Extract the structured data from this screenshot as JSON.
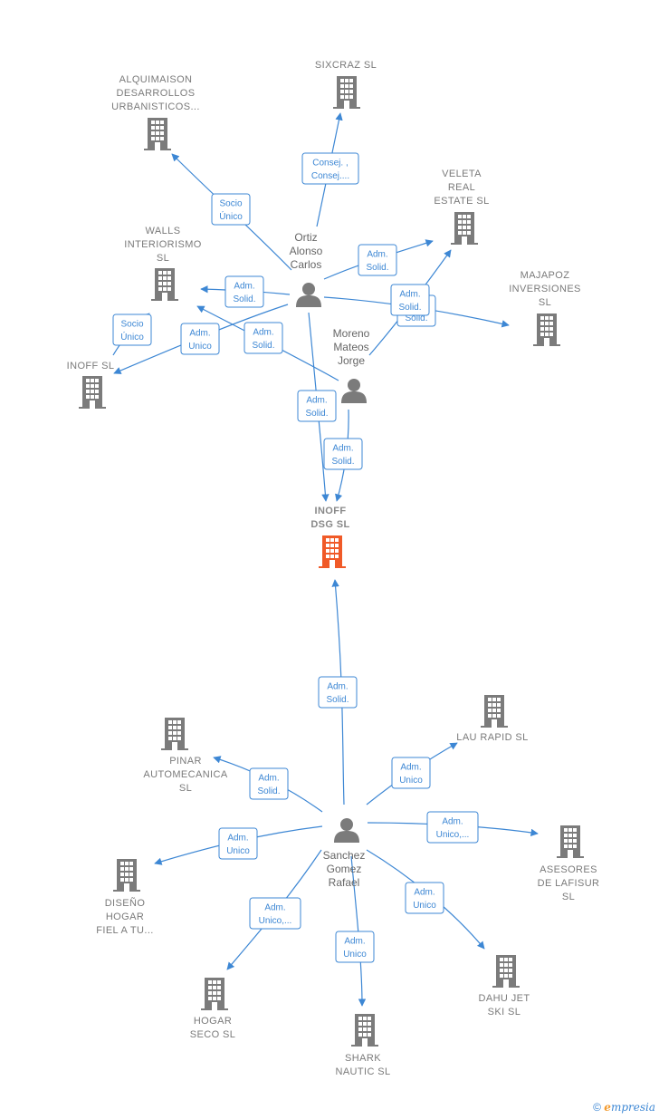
{
  "colors": {
    "edge": "#3d87d4",
    "company": "#7b7b7b",
    "focus_company": "#f05a28",
    "person": "#7b7b7b",
    "label": "#7a7a7a"
  },
  "companies": [
    {
      "id": "sixcraz",
      "lines": [
        "SIXCRAZ  SL"
      ],
      "icon": "building-icon"
    },
    {
      "id": "alquimaison",
      "lines": [
        "ALQUIMAISON",
        "DESARROLLOS",
        "URBANISTICOS..."
      ],
      "icon": "building-icon"
    },
    {
      "id": "veleta",
      "lines": [
        "VELETA",
        "REAL",
        "ESTATE  SL"
      ],
      "icon": "building-icon"
    },
    {
      "id": "walls",
      "lines": [
        "WALLS",
        "INTERIORISMO",
        "SL"
      ],
      "icon": "building-icon"
    },
    {
      "id": "majapoz",
      "lines": [
        "MAJAPOZ",
        "INVERSIONES",
        "SL"
      ],
      "icon": "building-icon"
    },
    {
      "id": "inoff",
      "lines": [
        "INOFF SL"
      ],
      "icon": "building-icon"
    },
    {
      "id": "inoffdsg",
      "lines": [
        "INOFF",
        "DSG  SL"
      ],
      "icon": "building-icon",
      "focus": true
    },
    {
      "id": "pinar",
      "lines": [
        "PINAR",
        "AUTOMECANICA",
        "SL"
      ],
      "icon": "building-icon"
    },
    {
      "id": "laurapid",
      "lines": [
        "LAU RAPID  SL"
      ],
      "icon": "building-icon"
    },
    {
      "id": "asesores",
      "lines": [
        "ASESORES",
        "DE LAFISUR",
        "SL"
      ],
      "icon": "building-icon"
    },
    {
      "id": "diseno",
      "lines": [
        "DISEÑO",
        "HOGAR",
        "FIEL A TU..."
      ],
      "icon": "building-icon"
    },
    {
      "id": "dahu",
      "lines": [
        "DAHU JET",
        "SKI  SL"
      ],
      "icon": "building-icon"
    },
    {
      "id": "hogar",
      "lines": [
        "HOGAR",
        "SECO SL"
      ],
      "icon": "building-icon"
    },
    {
      "id": "shark",
      "lines": [
        "SHARK",
        "NAUTIC  SL"
      ],
      "icon": "building-icon"
    }
  ],
  "people": [
    {
      "id": "ortiz",
      "lines": [
        "Ortiz",
        "Alonso",
        "Carlos"
      ],
      "icon": "person-icon"
    },
    {
      "id": "moreno",
      "lines": [
        "Moreno",
        "Mateos",
        "Jorge"
      ],
      "icon": "person-icon"
    },
    {
      "id": "sanchez",
      "lines": [
        "Sanchez",
        "Gomez",
        "Rafael"
      ],
      "icon": "person-icon"
    }
  ],
  "relations": [
    {
      "id": "ortiz-sixcraz",
      "lines": [
        "Consej. ,",
        "Consej...."
      ]
    },
    {
      "id": "ortiz-alquimaison",
      "lines": [
        "Socio",
        "Único"
      ]
    },
    {
      "id": "ortiz-veleta",
      "lines": [
        "Adm.",
        "Solid."
      ]
    },
    {
      "id": "ortiz-walls",
      "lines": [
        "Adm.",
        "Solid."
      ]
    },
    {
      "id": "ortiz-majapoz",
      "lines": [
        "Adm.",
        "Solid."
      ]
    },
    {
      "id": "ortiz-inoff",
      "lines": [
        "Adm.",
        "Unico"
      ]
    },
    {
      "id": "ortiz-inoffdsg",
      "lines": [
        "Adm.",
        "Solid."
      ]
    },
    {
      "id": "moreno-walls",
      "lines": [
        "Adm.",
        "Solid."
      ]
    },
    {
      "id": "moreno-veleta",
      "lines": [
        "Adm.",
        "Solid."
      ]
    },
    {
      "id": "moreno-inoffdsg",
      "lines": [
        "Adm.",
        "Solid."
      ]
    },
    {
      "id": "inoff-walls",
      "lines": [
        "Socio",
        "Único"
      ]
    },
    {
      "id": "sanchez-inoffdsg",
      "lines": [
        "Adm.",
        "Solid."
      ]
    },
    {
      "id": "sanchez-pinar",
      "lines": [
        "Adm.",
        "Solid."
      ]
    },
    {
      "id": "sanchez-laurapid",
      "lines": [
        "Adm.",
        "Unico"
      ]
    },
    {
      "id": "sanchez-asesores",
      "lines": [
        "Adm.",
        "Unico,..."
      ]
    },
    {
      "id": "sanchez-diseno",
      "lines": [
        "Adm.",
        "Unico"
      ]
    },
    {
      "id": "sanchez-dahu",
      "lines": [
        "Adm.",
        "Unico"
      ]
    },
    {
      "id": "sanchez-hogar",
      "lines": [
        "Adm.",
        "Unico,..."
      ]
    },
    {
      "id": "sanchez-shark",
      "lines": [
        "Adm.",
        "Unico"
      ]
    }
  ],
  "footer": {
    "copyright": "©",
    "brand_initial": "e",
    "brand_rest": "mpresia"
  }
}
